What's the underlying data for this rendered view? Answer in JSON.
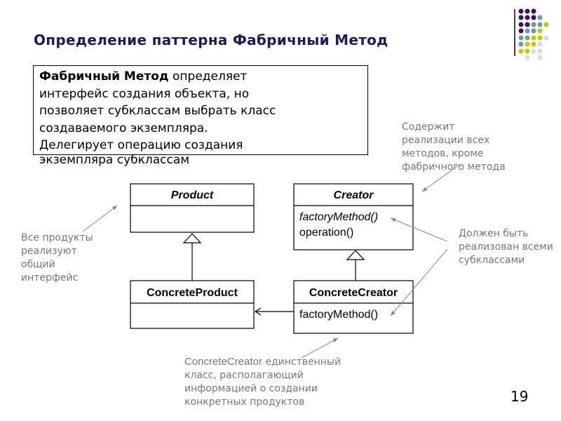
{
  "title": "Определение паттерна Фабричный Метод",
  "definition": {
    "bold_term": "Фабричный Метод",
    "line1_rest": " определяет",
    "line2": "интерфейс создания объекта, но",
    "line3": "позволяет субклассам выбрать класс",
    "line4": "создаваемого экземпляра.",
    "line5": "Делегирует операцию создания",
    "line6": "экземпляра субклассам"
  },
  "classes": {
    "product": {
      "name": "Product"
    },
    "creator": {
      "name": "Creator",
      "methods": [
        "factoryMethod()",
        "operation()"
      ]
    },
    "concrete_product": {
      "name": "ConcreteProduct"
    },
    "concrete_creator": {
      "name": "ConcreteCreator",
      "methods": [
        "factoryMethod()"
      ]
    }
  },
  "notes": {
    "products": [
      "Все продукты",
      "реализуют",
      "общий",
      "интерфейс"
    ],
    "creator": [
      "Содержит",
      "реализации всех",
      "методов, кроме",
      "фабричного метода"
    ],
    "implement": [
      "Должен быть",
      "реализован всеми",
      "субклассами"
    ],
    "concrete_creator_term": "ConcreteCreator",
    "concrete_creator": [
      " единственный",
      "класс, располагающий",
      "информацией о создании",
      "конкретных продуктов"
    ]
  },
  "slide_number": "19",
  "colors": {
    "title": "#1f1a5a",
    "note": "#777777",
    "dot_purple": "#3a1060",
    "dot_teal": "#6f9a9c",
    "dot_yellow": "#c8c400",
    "dot_lavender": "#d8d8ee"
  }
}
